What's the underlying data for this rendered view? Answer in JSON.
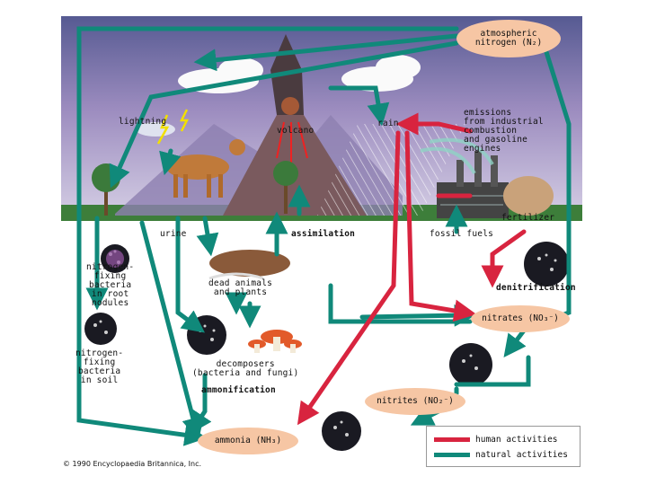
{
  "labels": {
    "atmospheric_nitrogen": "atmospheric\nnitrogen (N₂)",
    "lightning": "lightning",
    "volcano": "volcano",
    "rain": "rain",
    "emissions": "emissions\nfrom industrial\ncombustion\nand gasoline\nengines",
    "fertilizer": "fertilizer",
    "urine": "urine",
    "assimilation": "assimilation",
    "fossil_fuels": "fossil fuels",
    "nitrogen_fixing_root": "nitrogen-\nfixing\nbacteria\nin root\nnodules",
    "dead_animals": "dead animals\nand plants",
    "denitrification": "denitrification",
    "nitrates": "nitrates (NO₃⁻)",
    "nitrogen_fixing_soil": "nitrogen-\nfixing\nbacteria\nin soil",
    "decomposers": "decomposers\n(bacteria and fungi)",
    "ammonification": "ammonification",
    "nitrites": "nitrites (NO₂⁻)",
    "ammonia": "ammonia (NH₃)"
  },
  "legend": {
    "human": "human activities",
    "natural": "natural activities"
  },
  "colors": {
    "human": "#d8243f",
    "natural": "#10897a",
    "bubble": "#f6c6a4",
    "sky_top": "#5e5f94",
    "soil": "#7d5a3e",
    "grass": "#3d7e3a"
  },
  "copyright": "© 1990 Encyclopaedia Britannica, Inc."
}
